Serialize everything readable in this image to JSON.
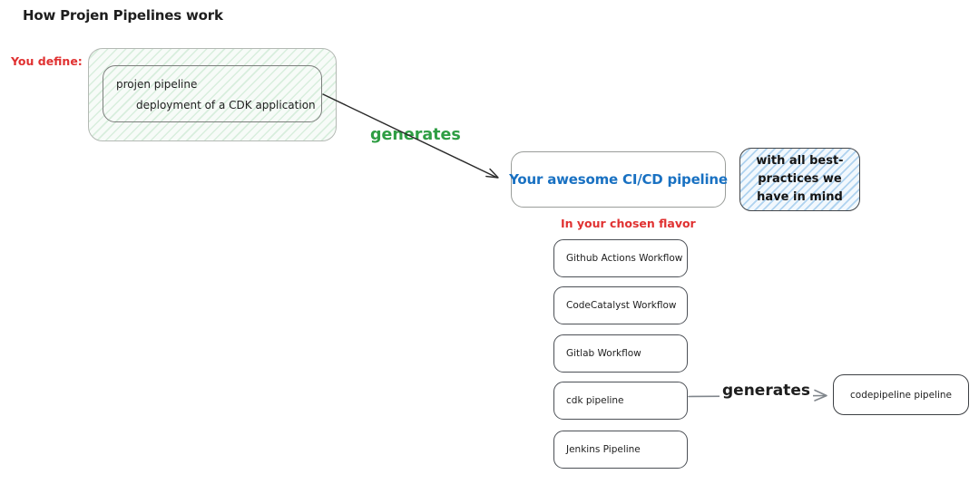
{
  "diagram": {
    "title": "How Projen Pipelines work",
    "you_define_label": "You define:",
    "projen_box": {
      "line1": "projen pipeline",
      "line2": "deployment of a CDK application"
    },
    "generates_arrow_1": {
      "label": "generates"
    },
    "cicd_pipeline_box": {
      "label": "Your awesome CI/CD pipeline"
    },
    "best_practices_note": "with all best-\npractices we\nhave in mind",
    "flavor_heading": "In your chosen flavor",
    "flavors": [
      "Github Actions Workflow",
      "CodeCatalyst Workflow",
      "Gitlab Workflow",
      "cdk pipeline",
      "Jenkins Pipeline"
    ],
    "generates_arrow_2": {
      "label": "generates"
    },
    "codepipeline_box": {
      "label": "codepipeline pipeline"
    },
    "colors": {
      "title_text": "#1e1e1e",
      "red_label": "#e03131",
      "green_label": "#2f9e44",
      "blue_text": "#1971c2",
      "green_box_hatch": "#b2f2bb",
      "blue_box_hatch": "#a5d8ff",
      "arrow_dark": "#1e1e1e",
      "arrow_gray": "#868e96"
    }
  }
}
